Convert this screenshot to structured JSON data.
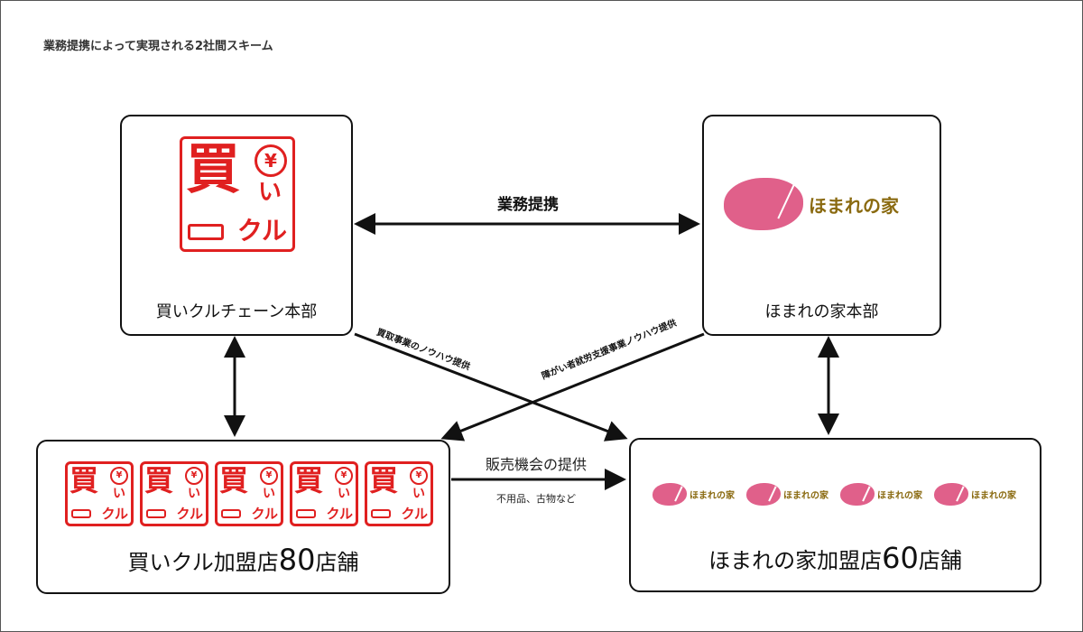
{
  "title": "業務提携によって実現される2社間スキーム",
  "kaikuru_hq": {
    "label": "買いクルチェーン本部",
    "logo": {
      "big": "買",
      "yen": "¥",
      "i": "い",
      "kuru": "クル"
    }
  },
  "homare_hq": {
    "label": "ほまれの家本部",
    "logo_text": "ほまれの家"
  },
  "kaikuru_stores": {
    "label_prefix": "買いクル加盟店",
    "count": "80",
    "label_suffix": "店舗",
    "logo_count": 5
  },
  "homare_stores": {
    "label_prefix": "ほまれの家加盟店",
    "count": "60",
    "label_suffix": "店舗",
    "logo_count": 4
  },
  "arrows": {
    "partnership": "業務提携",
    "kaitori_knowhow": "買取事業のノウハウ提供",
    "shogai_knowhow": "障がい者就労支援事業ノウハウ提供",
    "sales_opportunity": "販売機会の提供",
    "sales_items": "不用品、古物など"
  },
  "colors": {
    "kaikuru_red": "#e02020",
    "homare_pink": "#e0608a",
    "homare_gold": "#8a6a10"
  }
}
